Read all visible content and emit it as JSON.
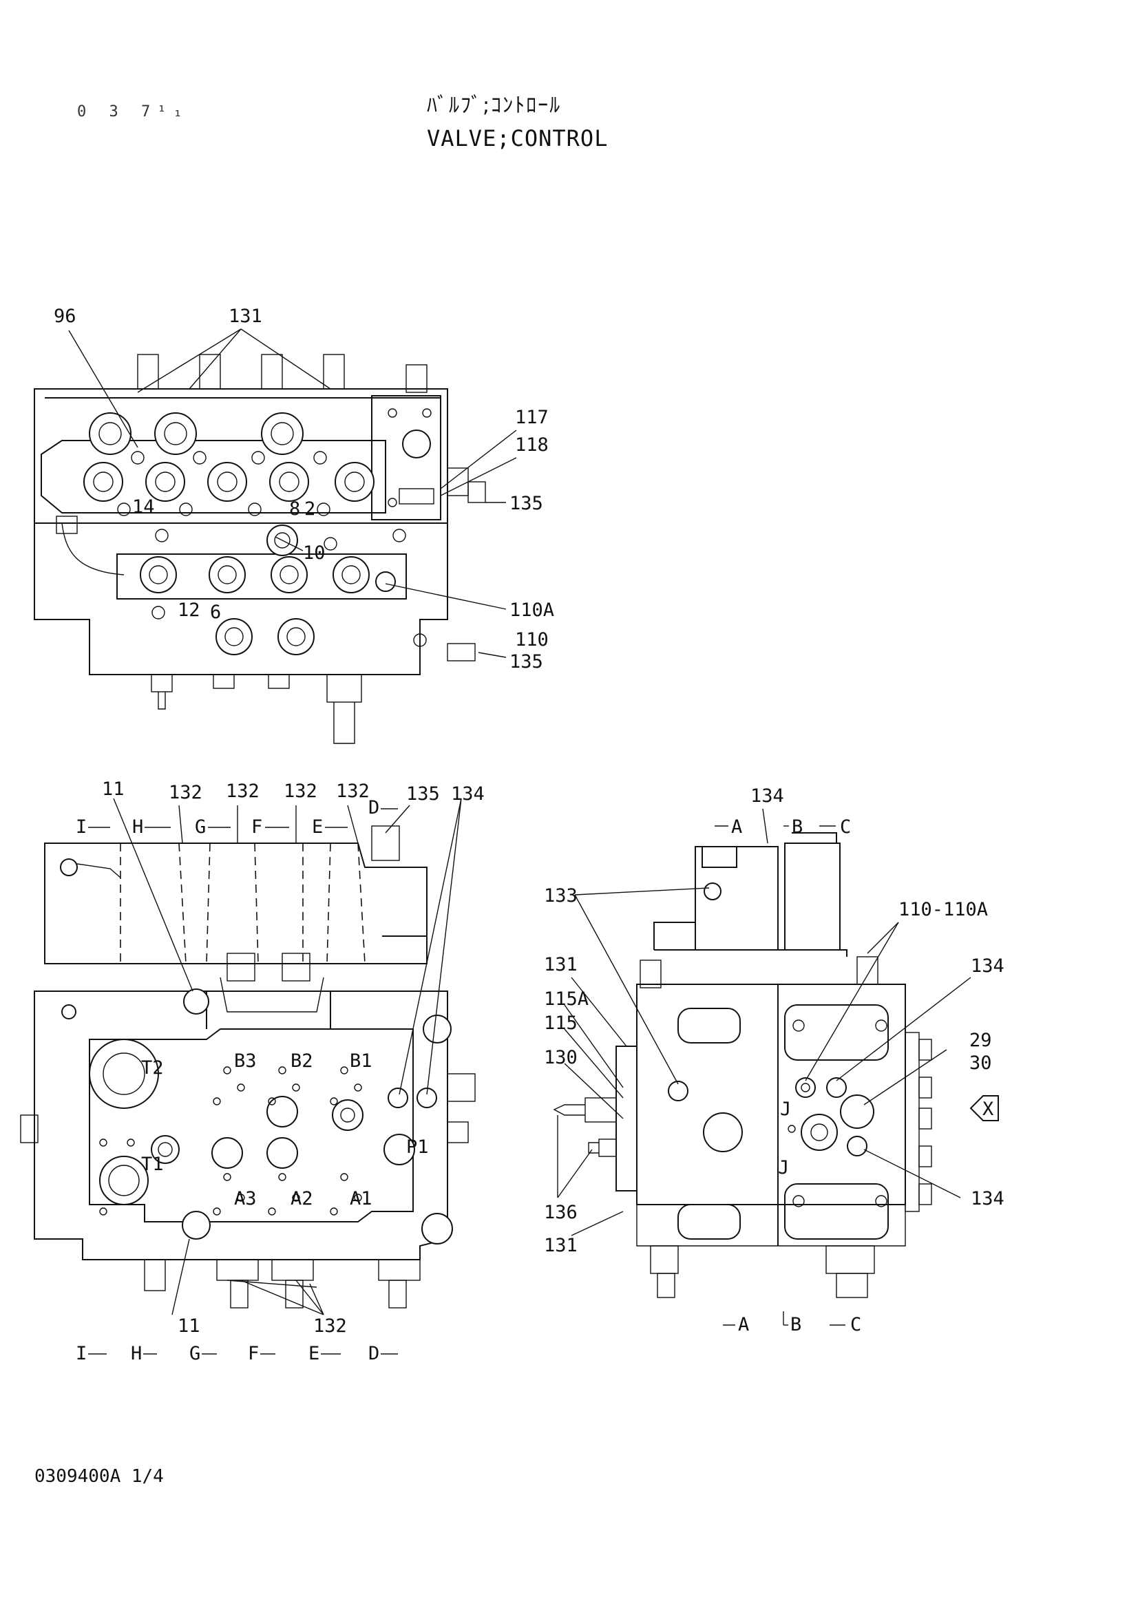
{
  "header": {
    "page_code": "0 3 7¹₁",
    "title_jp": "ﾊﾞﾙﾌﾞ;ｺﾝﾄﾛｰﾙ",
    "title_en": "VALVE;CONTROL"
  },
  "footer": {
    "doc_id": "0309400A 1/4"
  },
  "top_view": {
    "callouts": [
      "96",
      "131",
      "117",
      "118",
      "135",
      "14",
      "8",
      "2",
      "10",
      "110A",
      "110",
      "135",
      "12",
      "6"
    ]
  },
  "front_view": {
    "callouts_top": [
      "11",
      "132",
      "132",
      "132",
      "132",
      "135",
      "134"
    ],
    "section_top": [
      "I",
      "H",
      "G",
      "F",
      "E",
      "D"
    ],
    "ports": [
      "B3",
      "B2",
      "B1",
      "T2",
      "P1",
      "T1",
      "A3",
      "A2",
      "A1"
    ],
    "callouts_bottom": [
      "11",
      "132"
    ],
    "section_bottom": [
      "I",
      "H",
      "G",
      "F",
      "E",
      "D"
    ]
  },
  "side_view": {
    "callouts": [
      "134",
      "133",
      "110-110A",
      "131",
      "134",
      "115A",
      "115",
      "130",
      "29",
      "30",
      "134",
      "136",
      "131"
    ],
    "section_top": [
      "A",
      "B",
      "C"
    ],
    "section_bottom": [
      "A",
      "B",
      "C"
    ],
    "view_marker": "X",
    "j_labels": [
      "J",
      "J"
    ]
  }
}
